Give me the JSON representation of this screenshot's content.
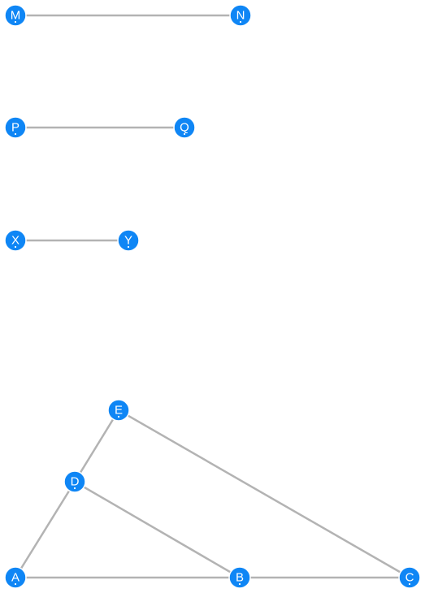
{
  "diagram": {
    "colors": {
      "node": "#0f86f5",
      "edge": "#b3b3b3",
      "label": "#ffffff"
    },
    "nodes": [
      {
        "id": "M",
        "label": "M"
      },
      {
        "id": "N",
        "label": "N"
      },
      {
        "id": "P",
        "label": "P"
      },
      {
        "id": "Q",
        "label": "Q"
      },
      {
        "id": "X",
        "label": "X"
      },
      {
        "id": "Y",
        "label": "Y"
      },
      {
        "id": "E",
        "label": "E"
      },
      {
        "id": "D",
        "label": "D"
      },
      {
        "id": "A",
        "label": "A"
      },
      {
        "id": "B",
        "label": "B"
      },
      {
        "id": "C",
        "label": "C"
      }
    ],
    "edges": [
      {
        "from": "M",
        "to": "N"
      },
      {
        "from": "P",
        "to": "Q"
      },
      {
        "from": "X",
        "to": "Y"
      },
      {
        "from": "A",
        "to": "D"
      },
      {
        "from": "D",
        "to": "E"
      },
      {
        "from": "A",
        "to": "B"
      },
      {
        "from": "B",
        "to": "C"
      },
      {
        "from": "D",
        "to": "B"
      },
      {
        "from": "E",
        "to": "C"
      }
    ]
  }
}
